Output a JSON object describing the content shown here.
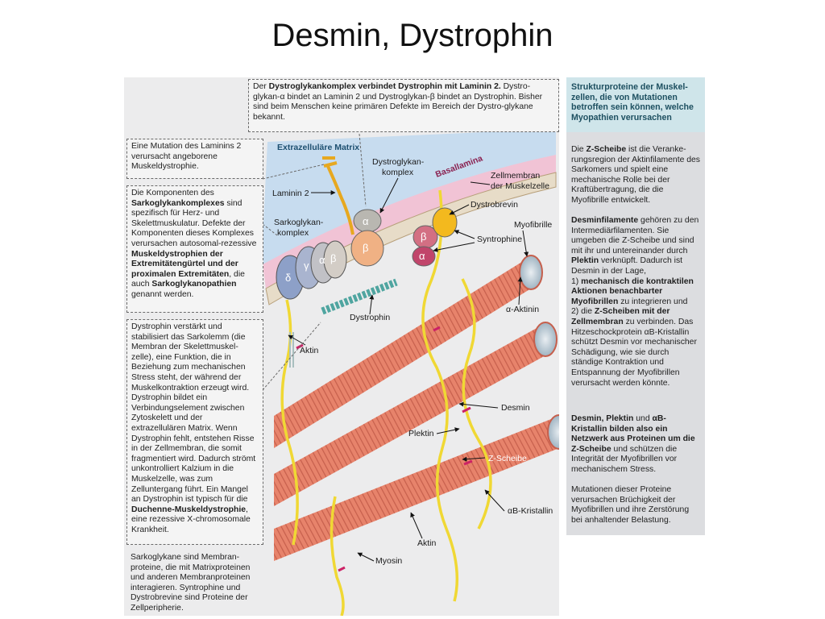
{
  "title": "Desmin, Dystrophin",
  "boxes": {
    "top": {
      "s1": "Der ",
      "b1": "Dystroglykankomplex verbindet Dystrophin mit Laminin 2.",
      "s2": " Dystro-glykan-α bindet an Laminin 2 und Dystroglykan-β bindet an Dystrophin. Bisher sind beim Menschen keine primären Defekte im Bereich der Dystro-glykane bekannt."
    },
    "laminin": "Eine Mutation des Laminins 2 verursacht angeborene Muskeldystrophie.",
    "sarko": {
      "s1": "Die Komponenten des ",
      "b1": "Sarkoglykankomplexes",
      "s2": " sind spezifisch für Herz- und Skelettmuskulatur. Defekte der Komponenten dieses Komplexes verursachen autosomal-rezessive ",
      "b2": "Muskeldystrophien der Extremitätengürtel und der proximalen Extremitäten",
      "s3": ", die auch ",
      "b3": "Sarkoglykanopathien",
      "s4": " genannt werden."
    },
    "dystrophin": {
      "s1": "Dystrophin verstärkt und stabilisiert das Sarkolemm (die Membran der Skelettmuskel-zelle), eine Funktion, die in Beziehung zum mechanischen Stress steht, der während der Muskelkontraktion erzeugt wird. Dystrophin bildet ein Verbindungselement zwischen Zytoskelett und der extrazellulären Matrix. Wenn Dystrophin fehlt, entstehen Risse in der Zellmembran, die somit fragmentiert wird. Dadurch strömt unkontrolliert Kalzium in die Muskelzelle, was zum Zelluntergang führt. Ein Mangel an Dystrophin ist typisch für die ",
      "b1": "Duchenne-Muskeldystrophie",
      "s2": ", eine rezessive X-chromosomale Krankheit."
    },
    "bottom": "Sarkoglykane sind Membran-proteine, die mit Matrixproteinen und anderen Membranproteinen interagieren. Syntrophine und Dystrobrevine sind Proteine der Zellperipherie."
  },
  "right": {
    "header": "Strukturproteine der Muskel-zellen, die von Mutationen betroffen sein können, welche Myopathien verursachen",
    "p1": {
      "s1": "Die ",
      "b1": "Z-Scheibe",
      "s2": " ist die Veranke-rungsregion der Aktinfilamente des Sarkomers und spielt eine mechanische Rolle bei der Kraftübertragung, die die Myofibrille entwickelt."
    },
    "p2": {
      "b1": "Desminfilamente",
      "s1": " gehören zu den Intermediärfilamenten. Sie umgeben die Z-Scheibe und sind mit ihr und untereinander durch ",
      "b2": "Plektin",
      "s2": " verknüpft. Dadurch ist Desmin in der Lage,",
      "l1a": "1) ",
      "l1b": "mechanisch die kontraktilen Aktionen benachbarter Myofibrillen",
      "l1c": " zu integrieren und",
      "l2a": "2) die ",
      "l2b": "Z-Scheiben mit der Zellmembran",
      "l2c": " zu verbinden.",
      "s3": "Das Hitzeschockprotein αB-Kristallin schützt Desmin vor mechanischer Schädigung, wie sie durch ständige Kontraktion und Entspannung der Myofibrillen verursacht werden könnte."
    },
    "p3": {
      "b1": "Desmin, Plektin",
      "s1": " und ",
      "b2": "αB-Kristallin bilden also ein Netzwerk aus Proteinen um die Z-Scheibe",
      "s2": " und schützen die Integrität der Myofibrillen vor mechanischem Stress."
    },
    "p4": "Mutationen dieser Proteine verursachen Brüchigkeit der Myofibrillen und ihre Zerstörung bei anhaltender Belastung."
  },
  "labels": {
    "ecm": "Extrazelluläre Matrix",
    "basallamina": "Basallamina",
    "zellmembran1": "Zellmembran",
    "zellmembran2": "der Muskelzelle",
    "laminin2": "Laminin 2",
    "dystroglykan1": "Dystroglykan-",
    "dystroglykan2": "komplex",
    "sarkoglykan1": "Sarkoglykan-",
    "sarkoglykan2": "komplex",
    "dystrobrevin": "Dystrobrevin",
    "syntrophine": "Syntrophine",
    "myofibrille": "Myofibrille",
    "dystrophin": "Dystrophin",
    "aktinin": "α-Aktinin",
    "aktin1": "Aktin",
    "desmin": "Desmin",
    "plektin": "Plektin",
    "zscheibe": "Z-Scheibe",
    "kristallin": "αB-Kristallin",
    "aktin2": "Aktin",
    "myosin": "Myosin",
    "alpha": "α",
    "beta": "β",
    "gamma": "γ",
    "delta": "δ"
  },
  "colors": {
    "panel": "#ececed",
    "membrane": "#e7dcc8",
    "basallamina": "#f1c3d5",
    "ecm": "#c7dcef",
    "fibre": "#e7836b",
    "desmin": "#f0d834",
    "header": "#cfe5ea"
  }
}
